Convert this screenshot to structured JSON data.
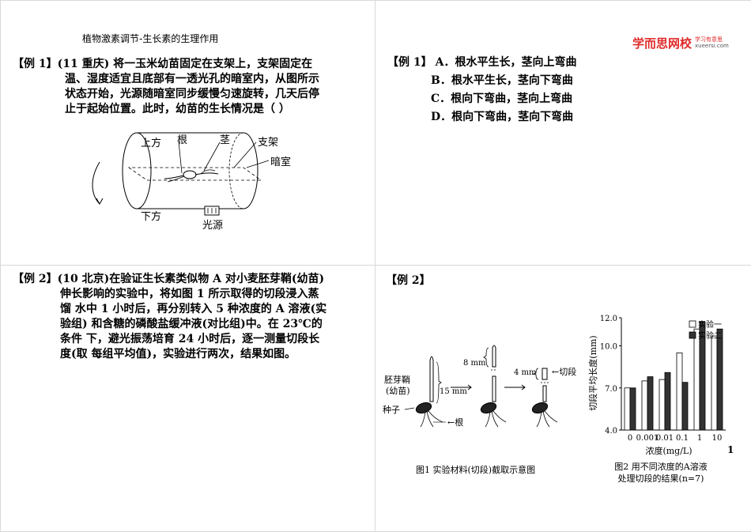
{
  "header": {
    "subtitle": "植物激素调节-生长素的生理作用",
    "logo_main": "学而思网校",
    "logo_side_top": "学习有意思",
    "logo_side_bottom": "xueersi.com"
  },
  "example1": {
    "label": "【例 1】",
    "source": "(11 重庆)",
    "lines": [
      "将一玉米幼苗固定在支架上，支架固定在",
      "温、湿度适宜且底部有一透光孔的暗室内，从图所示",
      "状态开始，光源随暗室同步缓慢匀速旋转，几天后停",
      "止于起始位置。此时，幼苗的生长情况是（    ）"
    ],
    "figure": {
      "label_up": "上方",
      "label_root": "根",
      "label_stem": "茎",
      "label_stand": "支架",
      "label_darkroom": "暗室",
      "label_down": "下方",
      "label_light": "光源"
    }
  },
  "example1_answer": {
    "label": "【例 1】",
    "options": [
      "A．根水平生长，茎向上弯曲",
      "B．根水平生长，茎向下弯曲",
      "C．根向下弯曲，茎向上弯曲",
      "D．根向下弯曲，茎向下弯曲"
    ]
  },
  "example2": {
    "label": "【例 2】",
    "source": "(10 北京)",
    "lines": [
      "在验证生长素类似物 A 对小麦胚芽鞘(幼苗)",
      "伸长影响的实验中，将如图 1 所示取得的切段浸入蒸",
      "馏  水中 1 小时后，再分别转入 5 种浓度的 A 溶液(实",
      "验组) 和含糖的磷酸盐缓冲液(对比组)中。在 23℃的",
      "条件  下，避光振荡培育 24 小时后，逐一测量切段长",
      "度(取  每组平均值)，实验进行两次，结果如图。"
    ]
  },
  "example2_answer": {
    "label": "【例 2】",
    "figure1": {
      "label_coleoptile": "胚芽鞘",
      "label_seedling": "(幼苗)",
      "label_15mm": "15 mm",
      "label_8mm": "8 mm",
      "label_4mm": "4 mm",
      "label_segment": "←切段",
      "label_seed": "种子",
      "label_root": "←根",
      "caption": "图1 实验材料(切段)截取示意图"
    }
  },
  "chart_data": {
    "type": "bar",
    "categories": [
      "0",
      "0.001",
      "0.01",
      "0.1",
      "1",
      "10"
    ],
    "series": [
      {
        "name": "实验一",
        "values": [
          7.0,
          7.5,
          7.6,
          9.5,
          11.2,
          10.7
        ],
        "color": "#ffffff"
      },
      {
        "name": "实验二",
        "values": [
          7.0,
          7.8,
          8.1,
          7.4,
          11.7,
          11.2
        ],
        "color": "#333333"
      }
    ],
    "ylabel": "切段平均长度(mm)",
    "xlabel": "浓度(mg/L)",
    "ylim": [
      4.0,
      12.0
    ],
    "yticks": [
      "4.0",
      "7.0",
      "10.0",
      "12.0"
    ],
    "grid": false,
    "legend_position": "top-right",
    "caption_line1": "图2 用不同浓度的A溶液",
    "caption_line2": "处理切段的结果(n=7)"
  },
  "page_number": "1"
}
